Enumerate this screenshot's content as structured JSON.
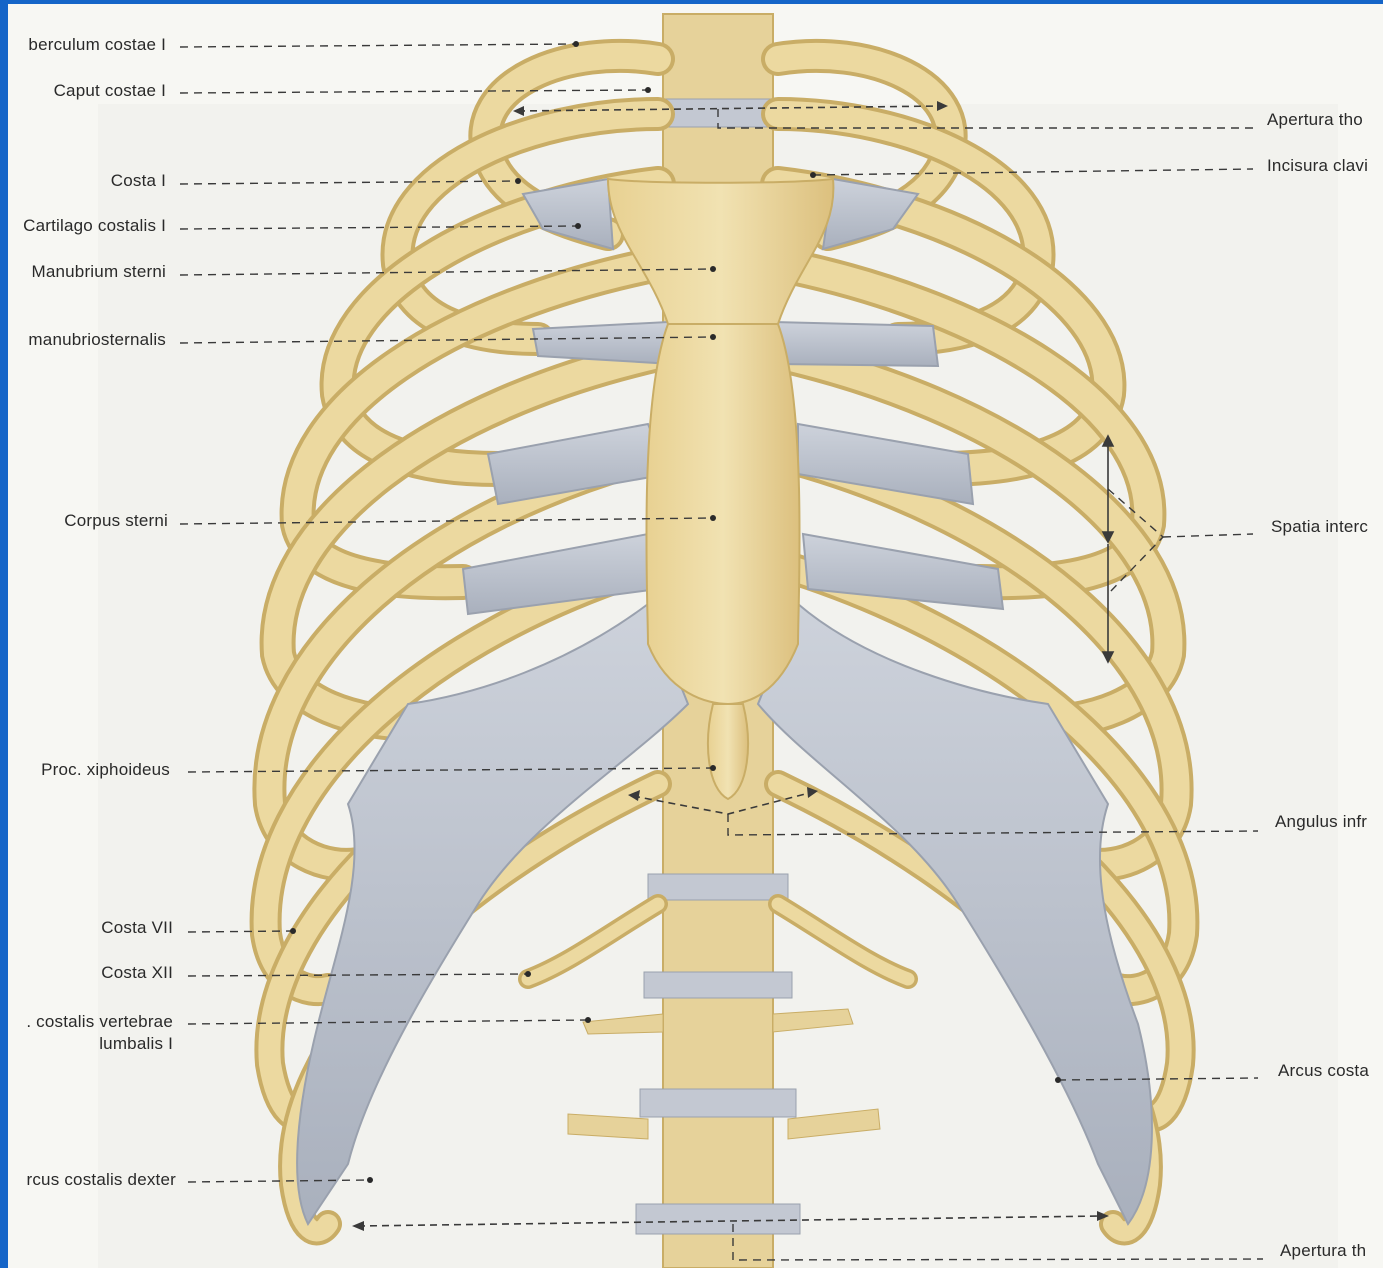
{
  "labels": {
    "left": [
      {
        "id": "tuberculum-costae-1",
        "text": "berculum costae I"
      },
      {
        "id": "caput-costae-1",
        "text": "Caput costae I"
      },
      {
        "id": "costa-1",
        "text": "Costa I"
      },
      {
        "id": "cartilago-costalis-1",
        "text": "Cartilago costalis I"
      },
      {
        "id": "manubrium-sterni",
        "text": "Manubrium sterni"
      },
      {
        "id": "synchondrosis-manubriosternalis",
        "text": "manubriosternalis"
      },
      {
        "id": "corpus-sterni",
        "text": "Corpus sterni"
      },
      {
        "id": "proc-xiphoideus",
        "text": "Proc. xiphoideus"
      },
      {
        "id": "costa-7",
        "text": "Costa VII"
      },
      {
        "id": "costa-12",
        "text": "Costa XII"
      },
      {
        "id": "proc-costalis-line1",
        "text": ". costalis vertebrae"
      },
      {
        "id": "proc-costalis-line2",
        "text": "lumbalis I"
      },
      {
        "id": "arcus-costalis-dexter",
        "text": "rcus costalis dexter"
      }
    ],
    "right": [
      {
        "id": "apertura-thoracis-superior",
        "text": "Apertura tho"
      },
      {
        "id": "incisura-clavicularis",
        "text": "Incisura clavi"
      },
      {
        "id": "spatia-intercostalia",
        "text": "Spatia interc"
      },
      {
        "id": "angulus-infrasternalis",
        "text": "Angulus infr"
      },
      {
        "id": "arcus-costalis-sinister",
        "text": "Arcus costa"
      },
      {
        "id": "apertura-thoracis-inferior",
        "text": "Apertura th"
      }
    ]
  },
  "colors": {
    "frame": "#1565c8",
    "paper": "#f7f7f3",
    "bone": "#ecd9a0",
    "bone_dark": "#c9ad66",
    "cartilage": "#c3c8d2",
    "cartilage_dark": "#9aa1ae",
    "leader": "#3a3a3a"
  }
}
